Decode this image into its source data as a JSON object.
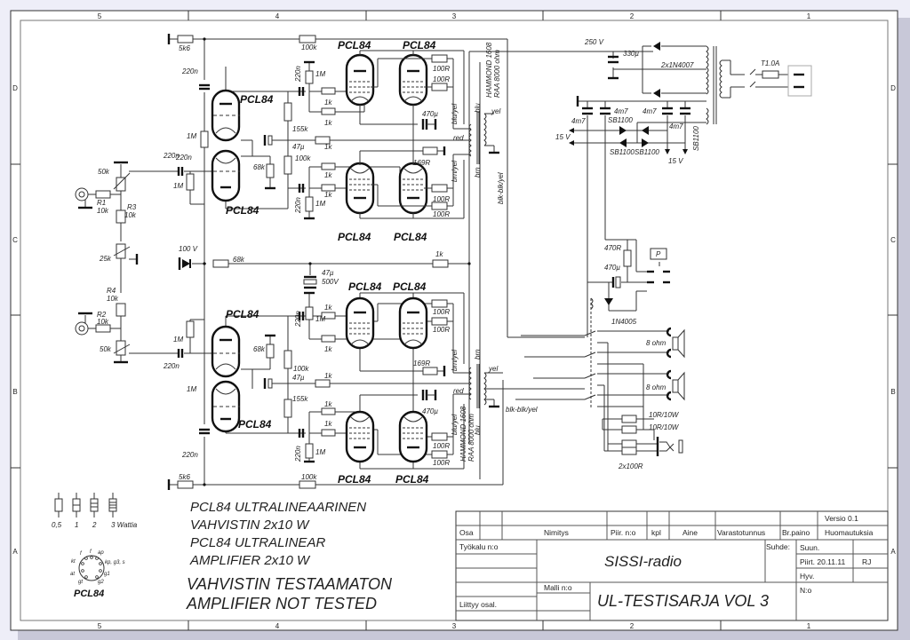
{
  "frame": {
    "columns": [
      "5",
      "4",
      "3",
      "2",
      "1"
    ],
    "rows": [
      "D",
      "C",
      "B",
      "A"
    ]
  },
  "labels": {
    "tube": "PCL84",
    "r_5k6": "5k6",
    "r_100k": "100k",
    "c_220n": "220n",
    "r_1M": "1M",
    "r_1k": "1k",
    "r_68k": "68k",
    "r_155k": "155k",
    "c_47u": "47µ",
    "r_100R": "100R",
    "r_169R": "169R",
    "c_470u": "470µ",
    "pot_50k": "50k",
    "pot_25k": "25k",
    "r1": "R1",
    "r2": "R2",
    "r3": "R3",
    "r4": "R4",
    "r_10k": "10k",
    "v_100": "100 V",
    "c_47u_500v_a": "47µ",
    "c_47u_500v_b": "500V",
    "wire_blu": "blu",
    "wire_yel": "yel",
    "wire_red": "red",
    "wire_brn": "brn",
    "wire_bluyel": "blu/yel",
    "wire_brnyel": "brn/yel",
    "wire_blkblkyel": "blk-blk/yel",
    "xfmr_1": "HAMMOND 1608",
    "xfmr_2": "RAA 8000 ohm"
  },
  "power": {
    "v_250": "250 V",
    "c_330u": "330µ",
    "diodes": "2x1N4007",
    "fuse": "T1.0A",
    "c_4m7": "4m7",
    "sb1100": "SB1100",
    "v_15": "15 V",
    "r_470R": "470R",
    "c_470u": "470µ",
    "relay_diode": "1N4005",
    "relay_p": "P",
    "spk_8ohm": "8 ohm",
    "r_10R10W": "10R/10W",
    "r_2x100R": "2x100R"
  },
  "legend": {
    "watts": [
      "0,5",
      "1",
      "2",
      "3 Wattia"
    ],
    "pinout_title": "PCL84",
    "pins": [
      "f",
      "f",
      "ap",
      "kp, g3, s",
      "g1",
      "g2",
      "gt",
      "at",
      "kt"
    ]
  },
  "description": {
    "line1": "PCL84 ULTRALINEAARINEN",
    "line2": "VAHVISTIN 2x10 W",
    "line3": "PCL84 ULTRALINEAR",
    "line4": "AMPLIFIER 2x10 W",
    "warn1": "VAHVISTIN TESTAAMATON",
    "warn2": "AMPLIFIER NOT TESTED"
  },
  "titleblock": {
    "version": "Versio 0.1",
    "osa": "Osa",
    "nimitys": "Nimitys",
    "piir_no": "Piir. n:o",
    "kpl": "kpl",
    "aine": "Aine",
    "varastotunnus": "Varastotunnus",
    "br_paino": "Br.paino",
    "huomautuksia": "Huomautuksia",
    "tyokalu": "Työkalu n:o",
    "title": "SISSI-radio",
    "suhde": "Suhde:",
    "suun": "Suun.",
    "piirt": "Piirt. 20.11.11",
    "piirt_by": "RJ",
    "hyv": "Hyv.",
    "malli": "Malli n:o",
    "subtitle": "UL-TESTISARJA VOL 3",
    "no": "N:o",
    "liittyy": "Liittyy osal."
  }
}
